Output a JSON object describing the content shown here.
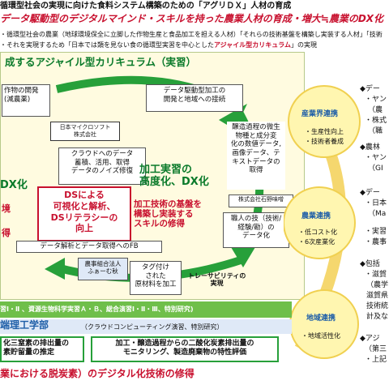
{
  "header": {
    "title": "循環型社会の実現に向けた食料システム構築のための「アグリＤＸ」人材の育成",
    "slogan": "データ駆動型のデジタルマインド・スキルを持った農業人材の育成・増大≒農業のDX化",
    "bullet1": "・循環型社会の農業（地球環境保全に立脚した作物生産と食品加工を担える人材）「それらの技術基盤を構築し実装する人材」「技術",
    "bullet2": "・それを実現するため「日本では類を見ない食の循環型実習を中心とした",
    "bullet2_red": "アジャイル型カリキュラム",
    "bullet2_tail": "」の実現"
  },
  "curriculum_title": "成するアジャイル型カリキュラム（実習）",
  "left": {
    "top_box": "作物の開発\n(減農薬)",
    "dx_fragment": "DX化",
    "hinshitsu": "境",
    "toku": "得"
  },
  "center": {
    "top_box": "データ駆動型加工の\n開発と地域への接続",
    "microsoft": "日本マイクロソフト\n株式会社",
    "cloud_box": "クラウドへのデータ\n蓄積、活用、取得\nデータのノイズ修復",
    "ds_box": "DSによる\n可視化と解析、\nDSリテラシーの\n向上",
    "kako_title": "加工実習の\n高度化、DX化",
    "kako_red": "加工技術の基盤を\n構築し実装する\nスキルの修得",
    "fb": "データ解析とデータ取得へのFB",
    "noukumi": "農事組合法人\nふぁーむ秋",
    "tag_box": "タグ付け\nされた\n原材料を加工",
    "trace": "トレーサビリティの\n実現"
  },
  "right_center": {
    "jozo": "醸造過程の微生\n物種と成分変\n化の数値データ,\n画像データ、テ\nキストデータの\n取得",
    "ishinomi": "株式会社石野味噌",
    "shokunin": "職人の技（技術/\n経験/勘）の\nデータ化"
  },
  "cycle": {
    "sangyo_title": "産業界連携",
    "sangyo_items": [
      "・生産性向上",
      "・技術者養成"
    ],
    "nogyo_title": "農業連携",
    "nogyo_items": [
      "・低コスト化",
      "・6次産業化"
    ],
    "chiiki_title": "地域連携",
    "chiiki_items": [
      "・地域活性化"
    ]
  },
  "side": {
    "lines": [
      "◆デー",
      "・ヤン",
      "（農",
      "・株式",
      "（職",
      "◆農林",
      "・ヤン",
      "（GI",
      "◆デー",
      "・日本",
      "（Ma",
      "・実習",
      "・農事",
      "◆包括",
      "・滋賀",
      "（農学",
      "滋賀県",
      "技術統",
      "計及な",
      "◆アジ",
      "（第三",
      "・上記"
    ]
  },
  "bottom": {
    "band1": "習Ⅰ・Ⅱ 、資源生物科学実習Ａ・Ｂ、総合演習Ⅰ・Ⅱ・Ⅲ、特別研究)",
    "band2_title": "端理工学部",
    "band2_sub": "（クラウドコンピューティング演習、特別研究）",
    "box1": "化三窒素の排出量の\n素貯留量の推定",
    "box2": "加工・醸造過程からの二酸化炭素排出量の\nモニタリング、製造廃棄物の特性評価",
    "final": "業における脱炭素）のデジタル化技術の修得"
  },
  "colors": {
    "red": "#c8102e",
    "green": "#0a7a2a",
    "blue": "#1f5fa8",
    "cream": "#fffbe0",
    "yellow": "#fff6b0"
  }
}
